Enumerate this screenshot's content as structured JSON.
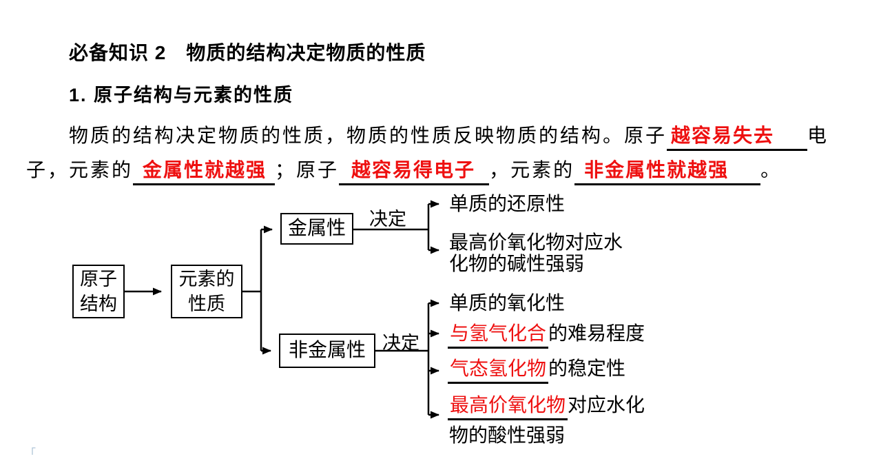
{
  "colors": {
    "answer_red": "#ee1010",
    "text_black": "#000000",
    "corner_mark_blue": "#a8c0d4"
  },
  "heading1": "必备知识 2　物质的结构决定物质的性质",
  "heading2": "1. 原子结构与元素的性质",
  "paragraph": {
    "l1_text": "物质的结构决定物质的性质，物质的性质反映物质的结构。原子",
    "l1_blank": "越容易失去",
    "l1_end": "电",
    "l2_text1": "子，元素的",
    "l2_blank1": "金属性就越强",
    "l2_text2": "；原子",
    "l2_blank2": "越容易得电子",
    "l2_text3": "，元素的",
    "l2_blank3": "非金属性就越强",
    "l2_end": "。"
  },
  "diagram": {
    "atom_box_line1": "原子",
    "atom_box_line2": "结构",
    "element_box_line1": "元素的",
    "element_box_line2": "性质",
    "metal_box": "金属性",
    "nonmetal_box": "非金属性",
    "decide_top": "决定",
    "decide_bottom": "决定",
    "metal_item1": "单质的还原性",
    "metal_item2_line1": "最高价氧化物对应水",
    "metal_item2_line2": "化物的碱性强弱",
    "nonmetal_item1": "单质的氧化性",
    "nonmetal_item2_red": "与氢气化合",
    "nonmetal_item2_rest": "的难易程度",
    "nonmetal_item3_red": "气态氢化物",
    "nonmetal_item3_rest": "的稳定性",
    "nonmetal_item4_red": "最高价氧化物",
    "nonmetal_item4_rest": "对应水化",
    "nonmetal_item4_line2": "物的酸性强弱"
  },
  "corner_mark": "「"
}
